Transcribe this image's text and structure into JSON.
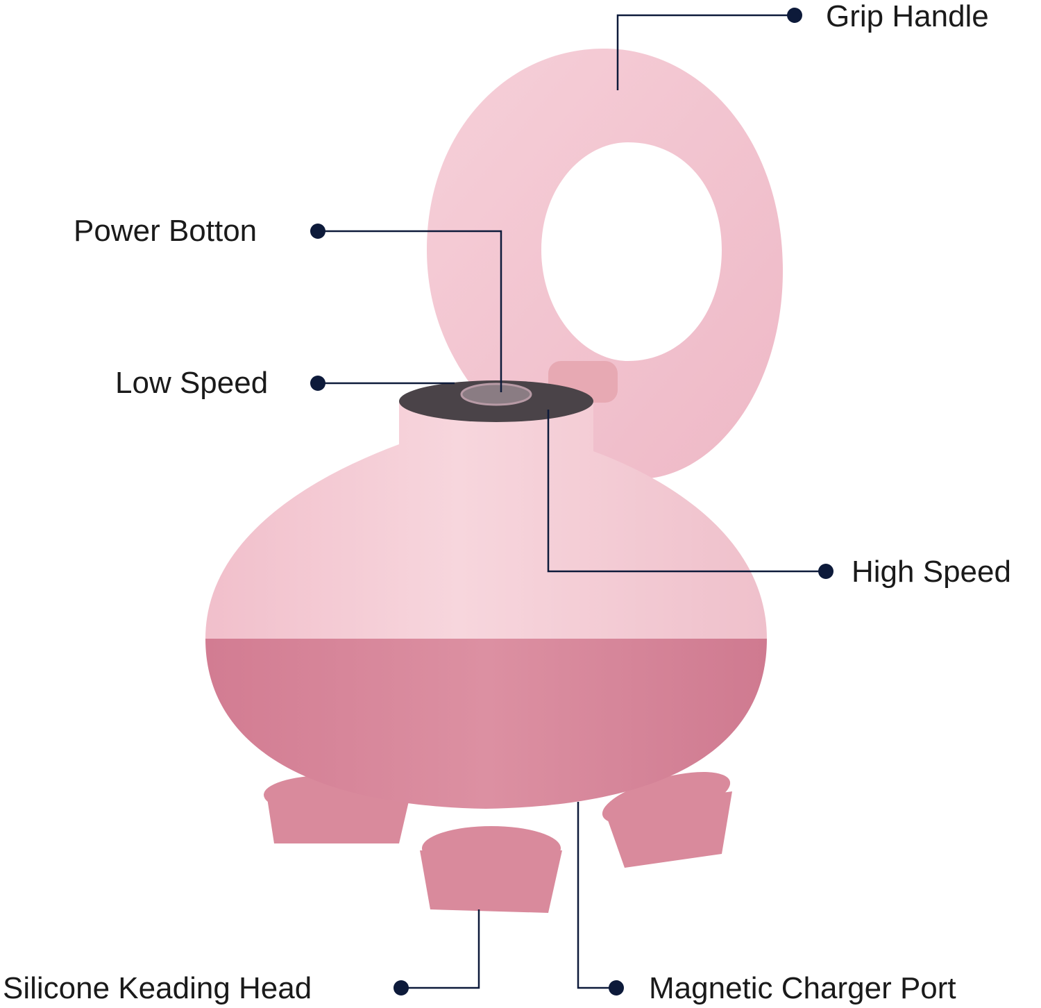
{
  "callouts": {
    "grip_handle": "Grip Handle",
    "power_button": "Power Botton",
    "low_speed": "Low Speed",
    "high_speed": "High Speed",
    "silicone_head": "Silicone Keading Head",
    "charger_port": "Magnetic Charger Port"
  },
  "colors": {
    "body_light": "#f4cdd6",
    "body_dark": "#d9889b",
    "handle": "#f3c3cf",
    "leader": "#0d1a3a"
  }
}
